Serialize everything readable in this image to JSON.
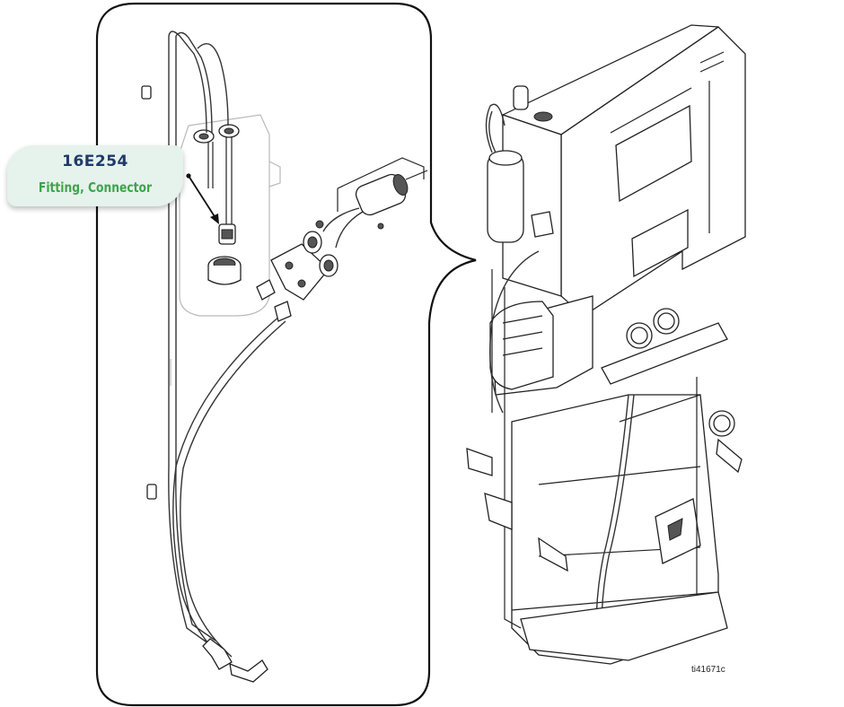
{
  "callout": {
    "part_number": "16E254",
    "description": "Fitting, Connector"
  },
  "figure_id": "ti41671c",
  "colors": {
    "callout_bg": "#e6f2ec",
    "part_number": "#1f3a6b",
    "description": "#3fa34d",
    "line_art": "#222222"
  }
}
